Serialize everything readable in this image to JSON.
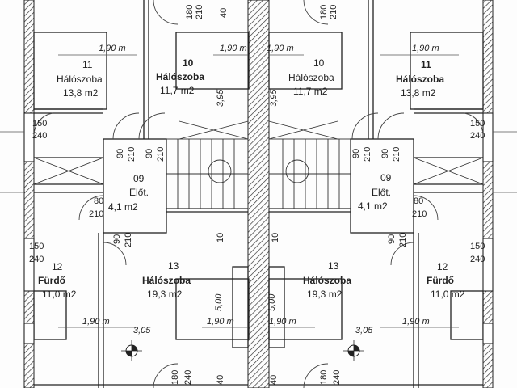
{
  "rooms": [
    {
      "id": "r11-left",
      "number": "11",
      "name": "Hálószoba",
      "area": "13,8 m2"
    },
    {
      "id": "r10-left",
      "number": "10",
      "name": "Hálószoba",
      "area": "11,7 m2"
    },
    {
      "id": "r10-right",
      "number": "10",
      "name": "Hálószoba",
      "area": "11,7 m2"
    },
    {
      "id": "r11-right",
      "number": "11",
      "name": "Hálószoba",
      "area": "13,8 m2"
    },
    {
      "id": "r09-left",
      "number": "09",
      "name": "Előt.",
      "area": "4,1 m2"
    },
    {
      "id": "r09-right",
      "number": "09",
      "name": "Előt.",
      "area": "4,1 m2"
    },
    {
      "id": "r13-left",
      "number": "13",
      "name": "Hálószoba",
      "area": "19,3 m2"
    },
    {
      "id": "r13-right",
      "number": "13",
      "name": "Hálószoba",
      "area": "19,3 m2"
    },
    {
      "id": "r12-left",
      "number": "12",
      "name": "Fürdő",
      "area": "11,0 m2"
    },
    {
      "id": "r12-right",
      "number": "12",
      "name": "Fürdő",
      "area": "11,0 m2"
    }
  ],
  "dimensions": {
    "span_top": "1,90 m",
    "span_bottom": "1,90 m",
    "height_left": "3,95",
    "height_right": "3,95",
    "length_left": "5,00",
    "length_right": "5,00",
    "level_left": "3,05",
    "level_right": "3,05"
  },
  "doors": {
    "d180": "180",
    "d210": "210",
    "d240": "240",
    "d150": "150",
    "d90": "90",
    "d80": "80",
    "d10": "10",
    "d40": "40"
  }
}
